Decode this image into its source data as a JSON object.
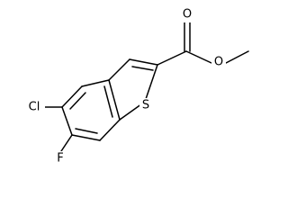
{
  "atoms": {
    "chlorine": "Cl",
    "fluorine": "F",
    "sulfur": "S",
    "carbonyl_oxygen": "O",
    "ester_oxygen": "O"
  },
  "colors": {
    "bond": "#000000",
    "background": "#ffffff"
  }
}
